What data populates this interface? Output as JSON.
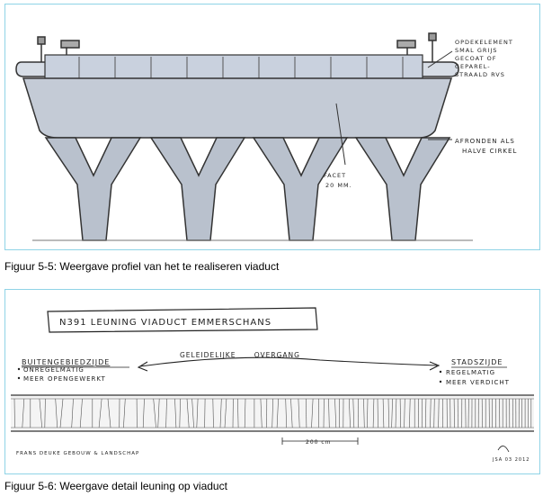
{
  "figure1": {
    "caption": "Figuur 5-5: Weergave profiel van het te realiseren viaduct",
    "annotations": {
      "top_right": [
        "OPDEKELEMENT",
        "SMAL GRIJS",
        "GECOAT OF",
        "GEPAREL-",
        "STRAALD RVS"
      ],
      "middle_right": [
        "AFRONDEN ALS",
        "HALVE CIRKEL"
      ],
      "facet": [
        "FACET",
        "20 MM."
      ]
    }
  },
  "figure2": {
    "caption": "Figuur 5-6: Weergave detail leuning op viaduct",
    "title": "N391  LEUNING  VIADUCT  EMMERSCHANS",
    "left_heading": "BUITENGEBIEDZIJDE",
    "left_bullets": [
      "ONREGELMATIG",
      "MEER OPENGEWERKT"
    ],
    "right_heading": "STADSZIJDE",
    "right_bullets": [
      "REGELMATIG",
      "MEER VERDICHT"
    ],
    "transition_label": "GELEIDELIJKE      OVERGANG",
    "dimension": "200 cm",
    "credit": "FRANS DEUKE   GEBOUW & LANDSCHAP",
    "signature": "JSA 03 2012"
  }
}
